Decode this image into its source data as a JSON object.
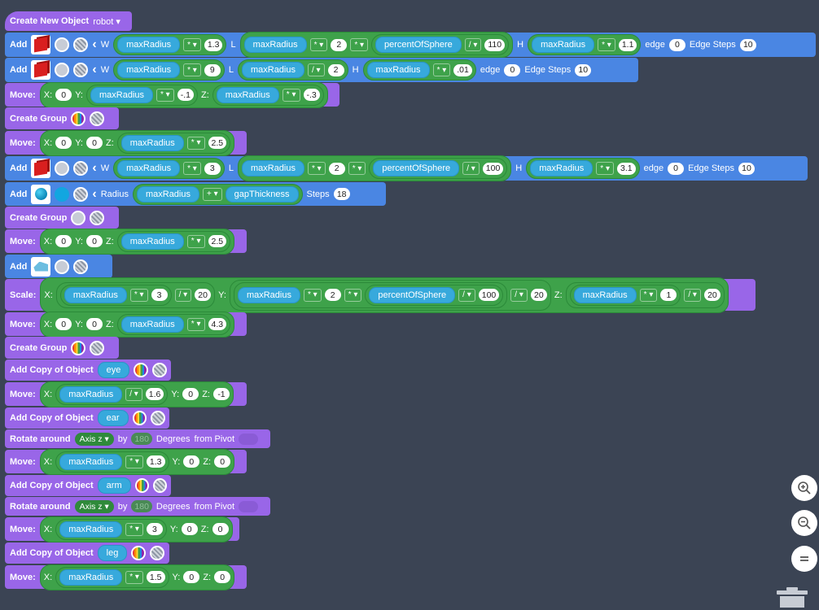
{
  "blocks": {
    "r0": {
      "label": "Create New Object",
      "name": "robot",
      "arrow": "▾"
    },
    "r1": {
      "label": "Add",
      "w": "W",
      "l": "L",
      "h": "H",
      "edge": "edge",
      "edgesteps": "Edge Steps",
      "w_var": "maxRadius",
      "w_op": "* ▾",
      "w_num": "1.3",
      "l_var": "maxRadius",
      "l_op": "* ▾",
      "l_num": "2",
      "l_op2": "* ▾",
      "l_var2": "percentOfSphere",
      "l_op3": "/ ▾",
      "l_num2": "110",
      "h_var": "maxRadius",
      "h_op": "* ▾",
      "h_num": "1.1",
      "edge_num": "0",
      "steps_num": "10"
    },
    "r2": {
      "label": "Add",
      "w": "W",
      "l": "L",
      "h": "H",
      "edge": "edge",
      "edgesteps": "Edge Steps",
      "w_var": "maxRadius",
      "w_op": "* ▾",
      "w_num": "9",
      "l_var": "maxRadius",
      "l_op": "/ ▾",
      "l_num": "2",
      "h_var": "maxRadius",
      "h_op": "* ▾",
      "h_num": ".01",
      "edge_num": "0",
      "steps_num": "10"
    },
    "r3": {
      "label": "Move:",
      "x": "X:",
      "y": "Y:",
      "z": "Z:",
      "x_num": "0",
      "y_var": "maxRadius",
      "y_op": "* ▾",
      "y_num": "-.1",
      "z_var": "maxRadius",
      "z_op": "* ▾",
      "z_num": "-.3"
    },
    "r4": {
      "label": "Create Group"
    },
    "r5": {
      "label": "Move:",
      "x": "X:",
      "y": "Y:",
      "z": "Z:",
      "x_num": "0",
      "y_num": "0",
      "z_var": "maxRadius",
      "z_op": "* ▾",
      "z_num": "2.5"
    },
    "r6": {
      "label": "Add",
      "w": "W",
      "l": "L",
      "h": "H",
      "edge": "edge",
      "edgesteps": "Edge Steps",
      "w_var": "maxRadius",
      "w_op": "* ▾",
      "w_num": "3",
      "l_var": "maxRadius",
      "l_op": "* ▾",
      "l_num": "2",
      "l_op2": "* ▾",
      "l_var2": "percentOfSphere",
      "l_op3": "/ ▾",
      "l_num2": "100",
      "h_var": "maxRadius",
      "h_op": "* ▾",
      "h_num": "3.1",
      "edge_num": "0",
      "steps_num": "10"
    },
    "r7": {
      "label": "Add",
      "radius": "Radius",
      "r_var": "maxRadius",
      "r_op": "+ ▾",
      "r_var2": "gapThickness",
      "steps": "Steps",
      "steps_num": "18"
    },
    "r8": {
      "label": "Create Group"
    },
    "r9": {
      "label": "Move:",
      "x": "X:",
      "y": "Y:",
      "z": "Z:",
      "x_num": "0",
      "y_num": "0",
      "z_var": "maxRadius",
      "z_op": "* ▾",
      "z_num": "2.5"
    },
    "r10": {
      "label": "Add"
    },
    "r11": {
      "label": "Scale:",
      "x": "X:",
      "y": "Y:",
      "z": "Z:",
      "x_var": "maxRadius",
      "x_op": "* ▾",
      "x_num": "3",
      "x_op2": "/ ▾",
      "x_num2": "20",
      "y_var": "maxRadius",
      "y_op": "* ▾",
      "y_num": "2",
      "y_op2": "* ▾",
      "y_var2": "percentOfSphere",
      "y_op3": "/ ▾",
      "y_num2": "100",
      "y_op4": "/ ▾",
      "y_num3": "20",
      "z_var": "maxRadius",
      "z_op": "* ▾",
      "z_num": "1",
      "z_op2": "/ ▾",
      "z_num2": "20"
    },
    "r12": {
      "label": "Move:",
      "x": "X:",
      "y": "Y:",
      "z": "Z:",
      "x_num": "0",
      "y_num": "0",
      "z_var": "maxRadius",
      "z_op": "* ▾",
      "z_num": "4.3"
    },
    "r13": {
      "label": "Create Group"
    },
    "r14": {
      "label": "Add Copy of Object",
      "obj": "eye"
    },
    "r15": {
      "label": "Move:",
      "x": "X:",
      "y": "Y:",
      "z": "Z:",
      "x_var": "maxRadius",
      "x_op": "/ ▾",
      "x_num": "1.6",
      "y_num": "0",
      "z_num": "-1"
    },
    "r16": {
      "label": "Add Copy of Object",
      "obj": "ear"
    },
    "r17": {
      "label": "Rotate around",
      "axis": "Axis z ▾",
      "by": "by",
      "deg": "180",
      "degrees": "Degrees",
      "pivot": "from Pivot"
    },
    "r18": {
      "label": "Move:",
      "x": "X:",
      "y": "Y:",
      "z": "Z:",
      "x_var": "maxRadius",
      "x_op": "* ▾",
      "x_num": "1.3",
      "y_num": "0",
      "z_num": "0"
    },
    "r19": {
      "label": "Add Copy of Object",
      "obj": "arm"
    },
    "r20": {
      "label": "Rotate around",
      "axis": "Axis z ▾",
      "by": "by",
      "deg": "180",
      "degrees": "Degrees",
      "pivot": "from Pivot"
    },
    "r21": {
      "label": "Move:",
      "x": "X:",
      "y": "Y:",
      "z": "Z:",
      "x_var": "maxRadius",
      "x_op": "* ▾",
      "x_num": "3",
      "y_num": "0",
      "z_num": "0"
    },
    "r22": {
      "label": "Add Copy of Object",
      "obj": "leg"
    },
    "r23": {
      "label": "Move:",
      "x": "X:",
      "y": "Y:",
      "z": "Z:",
      "x_var": "maxRadius",
      "x_op": "* ▾",
      "x_num": "1.5",
      "y_num": "0",
      "z_num": "0"
    }
  },
  "icons": {
    "zoom_in": "zoom-in-icon",
    "zoom_out": "zoom-out-icon",
    "reset": "reset-zoom-icon",
    "trash": "trash-icon"
  },
  "colors": {
    "background": "#3b4454",
    "purple_block": "#9966e8",
    "blue_block": "#4a86e3",
    "green_reporter": "#3ea24a",
    "variable": "#37a9dc"
  }
}
